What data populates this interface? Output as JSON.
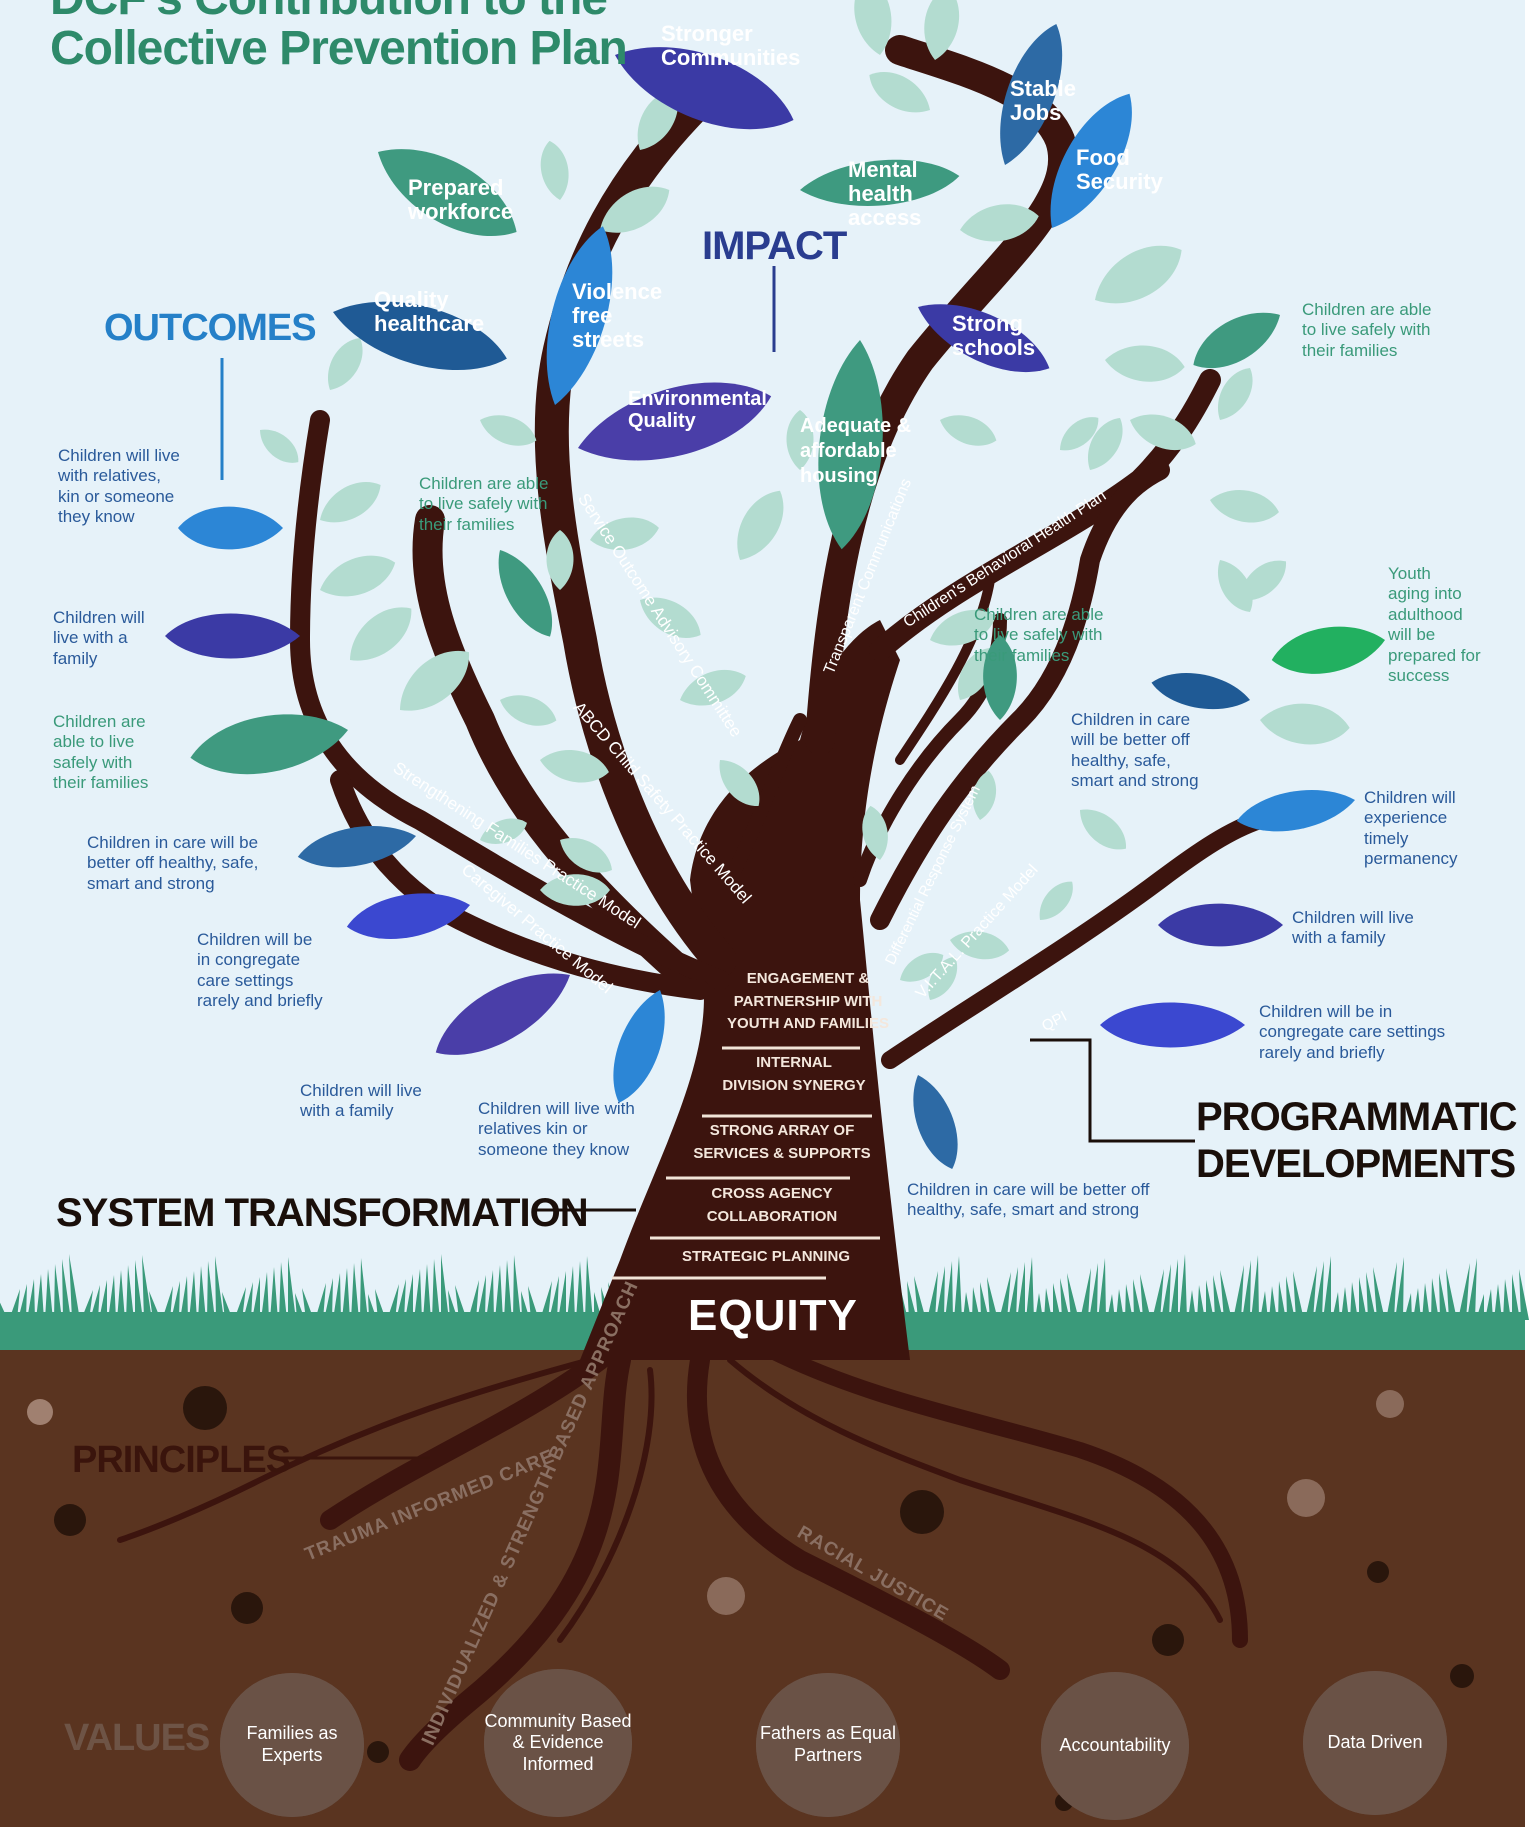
{
  "title": "DCF's Contribution to the\nCollective Prevention Plan",
  "sections": {
    "outcomes": "OUTCOMES",
    "impact": "IMPACT",
    "system_transformation": "SYSTEM TRANSFORMATION",
    "programmatic_developments": "PROGRAMMATIC\nDEVELOPMENTS",
    "principles": "PRINCIPLES",
    "values": "VALUES"
  },
  "impact_leaves": [
    "Stronger\nCommunities",
    "Stable\nJobs",
    "Mental\nhealth\naccess",
    "Food\nSecurity",
    "Prepared\nworkforce",
    "Quality\nhealthcare",
    "Violence\nfree\nstreets",
    "Environmental\nQuality",
    "Adequate &\naffordable\nhousing",
    "Strong\nschools"
  ],
  "outcome_labels": [
    "Children will live\nwith relatives,\nkin or someone\nthey know",
    "Children will\nlive with a\nfamily",
    "Children are\nable to live\nsafely with\ntheir families",
    "Children in care will be\nbetter off healthy, safe,\nsmart and strong",
    "Children will be\nin congregate\ncare settings\nrarely and briefly",
    "Children will live\nwith a family",
    "Children will live with\nrelatives kin or\nsomeone they know",
    "Children are able\nto live safely with\ntheir families",
    "Children are able\nto live safely with\ntheir families",
    "Children are able\nto live safely with\ntheir families",
    "Youth\naging into\nadulthood\nwill be\nprepared for\nsuccess",
    "Children in care\nwill be better off\nhealthy, safe,\nsmart and strong",
    "Children will\nexperience\ntimely\npermanency",
    "Children will live\nwith a family",
    "Children will be in\ncongregate care settings\nrarely and briefly",
    "Children in care will be better off\nhealthy, safe, smart and strong"
  ],
  "branches": [
    "Service Outcome Advisory Committee",
    "Transparent Communications",
    "Children's Behavioral Health Plan",
    "ABCD Child Safety Practice Model",
    "Strengthening Families Practice Model",
    "Caregiver Practice Model",
    "Differential Response System",
    "V.I.T.A.L. Practice Model",
    "QPI"
  ],
  "trunk_items": [
    "ENGAGEMENT &\nPARTNERSHIP WITH\nYOUTH AND FAMILIES",
    "INTERNAL\nDIVISION SYNERGY",
    "STRONG ARRAY OF\nSERVICES & SUPPORTS",
    "CROSS AGENCY\nCOLLABORATION",
    "STRATEGIC PLANNING"
  ],
  "equity": "EQUITY",
  "principles": [
    "TRAUMA INFORMED CARE",
    "INDIVIDUALIZED & STRENGTH BASED APPROACH",
    "RACIAL JUSTICE"
  ],
  "values": [
    "Families as\nExperts",
    "Community\nBased &\nEvidence\nInformed",
    "Fathers as\nEqual Partners",
    "Accountability",
    "Data\nDriven"
  ],
  "colors": {
    "sky": "#e6f2f9",
    "soil": "#5a3420",
    "trunk": "#3c140e",
    "grass": "#3a9a7a",
    "teal": "#3f9a80",
    "navy": "#3b3aa5",
    "blue": "#2c86d6"
  }
}
